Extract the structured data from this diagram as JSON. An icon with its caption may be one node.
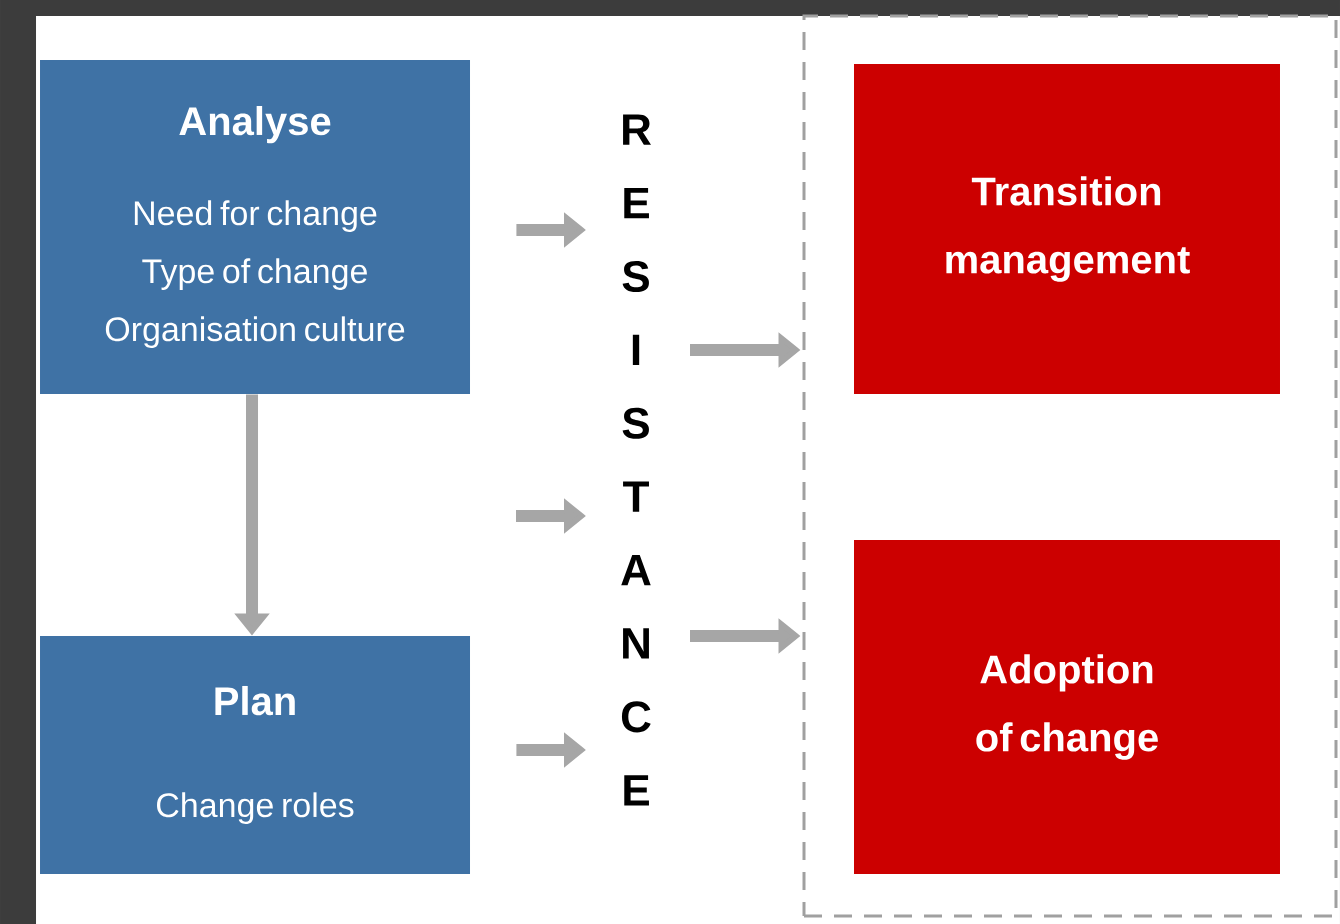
{
  "diagram": {
    "nodes": [
      {
        "text": [
          "Analyse",
          "Need for change Type of change Organisation culture"
        ]
      },
      {
        "text": [
          "Plan",
          "Change roles"
        ]
      },
      {
        "text": [
          "RESISTANCE"
        ]
      },
      {
        "text": [],
        "shape": "box"
      },
      {
        "text": [
          "Transition management"
        ],
        "in": 3
      },
      {
        "text": [
          "Adoption of change"
        ],
        "in": 3
      }
    ],
    "edges": [
      {
        "from": 0,
        "to": 1,
        "arrow": "to"
      },
      {
        "from": 0,
        "to": 2,
        "arrow": "to"
      },
      {
        "from": null,
        "to": 2,
        "arrow": "to"
      },
      {
        "from": 1,
        "to": 2,
        "arrow": "to"
      },
      {
        "from": 2,
        "to": 3,
        "arrow": "to"
      },
      {
        "from": 2,
        "to": 3,
        "arrow": "to"
      }
    ]
  }
}
